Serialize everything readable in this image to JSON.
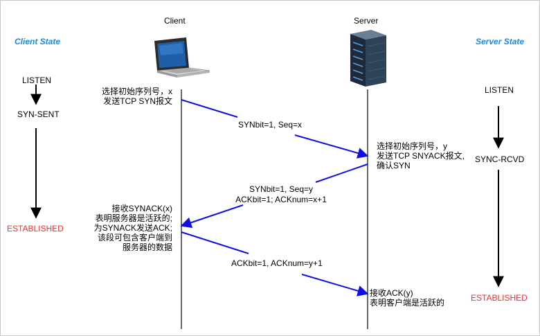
{
  "actors": {
    "client": "Client",
    "server": "Server",
    "client_state_title": "Client State",
    "server_state_title": "Server State"
  },
  "client_states": {
    "listen": "LISTEN",
    "syn_sent": "SYN-SENT",
    "established": "ESTABLISHED"
  },
  "server_states": {
    "listen": "LISTEN",
    "sync_rcvd": "SYNC-RCVD",
    "established": "ESTABLISHED"
  },
  "notes": {
    "client_send_syn": [
      "选择初始序列号，x",
      "发送TCP SYN报文"
    ],
    "server_send_synack": [
      "选择初始序列号，y",
      "发送TCP SNYACK报文,",
      "确认SYN"
    ],
    "client_recv_synack": [
      "接收SYNACK(x)",
      "表明服务器是活跃的;",
      "为SYNACK发送ACK;",
      "该段可包含客户端到",
      "服务器的数据"
    ],
    "server_recv_ack": [
      "接收ACK(y)",
      "表明客户端是活跃的"
    ]
  },
  "messages": {
    "syn": "SYNbit=1, Seq=x",
    "synack_1": "SYNbit=1, Seq=y",
    "synack_2": "ACKbit=1; ACKnum=x+1",
    "ack": "ACKbit=1, ACKnum=y+1"
  },
  "colors": {
    "message_arrow": "#1010e0",
    "state_title": "#1e88e5",
    "established": "#ff2a2a"
  },
  "icons": {
    "client": "laptop-icon",
    "server": "server-rack-icon"
  }
}
